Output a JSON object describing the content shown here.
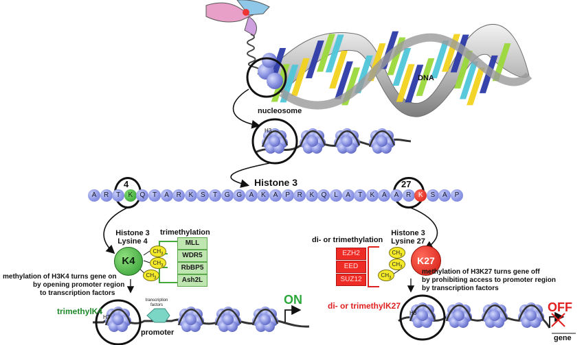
{
  "labels": {
    "dna": "DNA",
    "nucleosome": "nucleosome",
    "h3_top": "H3",
    "histone3": "Histone 3",
    "pos4": "4",
    "pos27": "27",
    "left_h3_title": "Histone 3",
    "left_h3_sub": "Lysine 4",
    "trimethylation": "trimethylation",
    "k4": "K4",
    "right_methylation": "di- or trimethylation",
    "right_h3_title": "Histone 3",
    "right_h3_sub": "Lysine 27",
    "k27": "K27",
    "ch3": "CH",
    "ch3_sub": "3",
    "left_desc_1": "methylation of H3K4 turns gene on",
    "left_desc_2": "by opening promoter region",
    "left_desc_3": "to transcription factors",
    "right_desc_1": "methylation of H3K27 turns gene off",
    "right_desc_2": "by prohibiting access to promoter region",
    "right_desc_3": "by transcription factors",
    "trimethylk4": "trimethylK4",
    "di_trimethylk27": "di- or trimethylK27",
    "transcription_factors": "transcription factors",
    "promoter": "promoter",
    "h3_left": "H3",
    "h3_right": "H3",
    "on": "ON",
    "off": "OFF",
    "gene": "gene"
  },
  "sequence": [
    "A",
    "R",
    "T",
    "K",
    "Q",
    "T",
    "A",
    "R",
    "K",
    "S",
    "T",
    "G",
    "G",
    "A",
    "K",
    "A",
    "P",
    "R",
    "K",
    "Q",
    "L",
    "A",
    "T",
    "K",
    "A",
    "A",
    "R",
    "K",
    "S",
    "A",
    "P"
  ],
  "k4_index": 3,
  "k27_index": 27,
  "left_enzymes": [
    "MLL",
    "WDR5",
    "RbBP5",
    "Ash2L"
  ],
  "right_enzymes": [
    "EZH2",
    "EED",
    "SUZ12"
  ],
  "colors": {
    "bead": "#8d97e6",
    "dna_strand": "#333333",
    "green": "#43a83a",
    "red": "#e02020",
    "ch3": "#f4ea2a",
    "helix_colors": [
      "#2b3aa8",
      "#9bd83a",
      "#4ec6d8",
      "#f2d21e"
    ]
  }
}
